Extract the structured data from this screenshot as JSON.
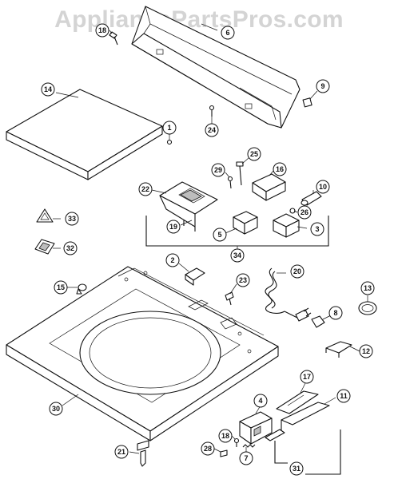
{
  "watermark": "AppliancePartsPros.com",
  "diagram": {
    "callouts": [
      {
        "id": "c6",
        "label": "6"
      },
      {
        "id": "c18top",
        "label": "18"
      },
      {
        "id": "c14",
        "label": "14"
      },
      {
        "id": "c9",
        "label": "9"
      },
      {
        "id": "c1",
        "label": "1"
      },
      {
        "id": "c24",
        "label": "24"
      },
      {
        "id": "c25",
        "label": "25"
      },
      {
        "id": "c29",
        "label": "29"
      },
      {
        "id": "c16",
        "label": "16"
      },
      {
        "id": "c22",
        "label": "22"
      },
      {
        "id": "c10",
        "label": "10"
      },
      {
        "id": "c26",
        "label": "26"
      },
      {
        "id": "c33",
        "label": "33"
      },
      {
        "id": "c19",
        "label": "19"
      },
      {
        "id": "c5",
        "label": "5"
      },
      {
        "id": "c3",
        "label": "3"
      },
      {
        "id": "c32",
        "label": "32"
      },
      {
        "id": "c34",
        "label": "34"
      },
      {
        "id": "c2",
        "label": "2"
      },
      {
        "id": "c20",
        "label": "20"
      },
      {
        "id": "c15",
        "label": "15"
      },
      {
        "id": "c23",
        "label": "23"
      },
      {
        "id": "c13",
        "label": "13"
      },
      {
        "id": "c8",
        "label": "8"
      },
      {
        "id": "c12",
        "label": "12"
      },
      {
        "id": "c17",
        "label": "17"
      },
      {
        "id": "c30",
        "label": "30"
      },
      {
        "id": "c11",
        "label": "11"
      },
      {
        "id": "c4",
        "label": "4"
      },
      {
        "id": "c18bot",
        "label": "18"
      },
      {
        "id": "c21",
        "label": "21"
      },
      {
        "id": "c28",
        "label": "28"
      },
      {
        "id": "c7",
        "label": "7"
      },
      {
        "id": "c31",
        "label": "31"
      }
    ]
  }
}
